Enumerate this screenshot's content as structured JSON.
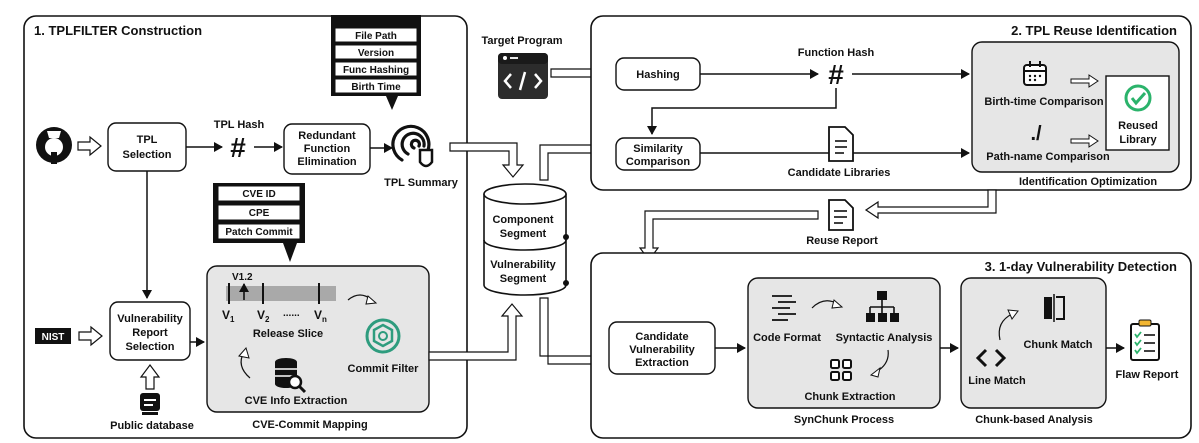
{
  "panel1": {
    "title": "1.  TPLFILTER Construction",
    "tpl_selection": [
      "TPL",
      "Selection"
    ],
    "tpl_hash_label": "TPL Hash",
    "redundant": [
      "Redundant",
      "Function",
      "Elimination"
    ],
    "summary_fields": [
      "File Path",
      "Version",
      "Func Hashing",
      "Birth Time"
    ],
    "tpl_summary_label": "TPL Summary",
    "cve_fields": [
      "CVE ID",
      "CPE",
      "Patch Commit"
    ],
    "vuln_report": [
      "Vulnerability",
      "Report",
      "Selection"
    ],
    "public_db_label": "Public database",
    "nist_label": "NIST",
    "release_slice": {
      "version_marker": "V1.2",
      "v1": "V",
      "v1_sub": "1",
      "v2": "V",
      "v2_sub": "2",
      "dots": "......",
      "vn": "V",
      "vn_sub": "n",
      "label": "Release Slice"
    },
    "commit_filter_label": "Commit Filter",
    "cve_info_label": "CVE Info Extraction",
    "mapping_label": "CVE-Commit Mapping"
  },
  "database": {
    "component": [
      "Component",
      "Segment"
    ],
    "vulnerability": [
      "Vulnerability",
      "Segment"
    ]
  },
  "target_program_label": "Target Program",
  "panel2": {
    "title": "2. TPL Reuse Identification",
    "hashing_label": "Hashing",
    "function_hash_label": "Function Hash",
    "similarity": [
      "Similarity",
      "Comparison"
    ],
    "candidate_libraries_label": "Candidate Libraries",
    "birth_time_label": "Birth-time Comparison",
    "path_name_label": "Path-name Comparison",
    "reused_library": [
      "Reused",
      "Library"
    ],
    "optimization_label": "Identification Optimization"
  },
  "reuse_report_label": "Reuse Report",
  "panel3": {
    "title": "3. 1-day Vulnerability Detection",
    "candidate_extraction": [
      "Candidate",
      "Vulnerability",
      "Extraction"
    ],
    "code_format_label": "Code Format",
    "syntactic_label": "Syntactic Analysis",
    "chunk_extraction_label": "Chunk Extraction",
    "synchunk_label": "SynChunk Process",
    "chunk_match_label": "Chunk Match",
    "line_match_label": "Line Match",
    "chunk_analysis_label": "Chunk-based Analysis",
    "flaw_report_label": "Flaw Report"
  }
}
